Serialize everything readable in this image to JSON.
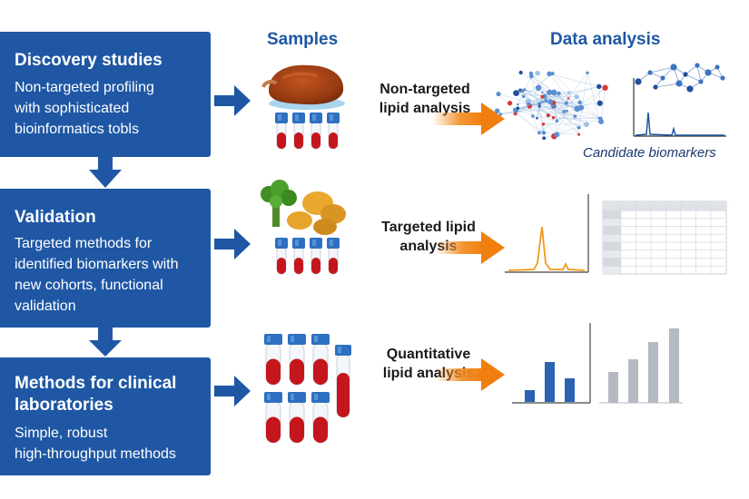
{
  "headers": {
    "samples": "Samples",
    "data_analysis": "Data analysis"
  },
  "stages": [
    {
      "title": "Discovery studies",
      "body": [
        "Non-targeted profiling",
        "with sophisticated",
        "bioinformatics tobls"
      ]
    },
    {
      "title": "Validation",
      "body": [
        "Targeted methods for",
        "identified biomarkers with",
        "new cohorts, functional",
        "validation"
      ]
    },
    {
      "title": [
        "Methods for clinical",
        "laboratories"
      ],
      "body": [
        "Simple, robust",
        "high-throughput methods"
      ]
    }
  ],
  "analysis_labels": [
    [
      "Non-targeted",
      "lipid analysis"
    ],
    [
      "Targeted lipid",
      "analysis"
    ],
    [
      "Quantitative",
      "lipid analysis"
    ]
  ],
  "candidate_label": "Candidate biomarkers",
  "colors": {
    "box_blue": "#1f57a4",
    "arrow_orange": "#f28a1e",
    "chart_blue": "#2c63b0",
    "chart_gray": "#b4b9c2",
    "blood_red": "#c4161c",
    "cap_blue": "#2d6fc0"
  }
}
